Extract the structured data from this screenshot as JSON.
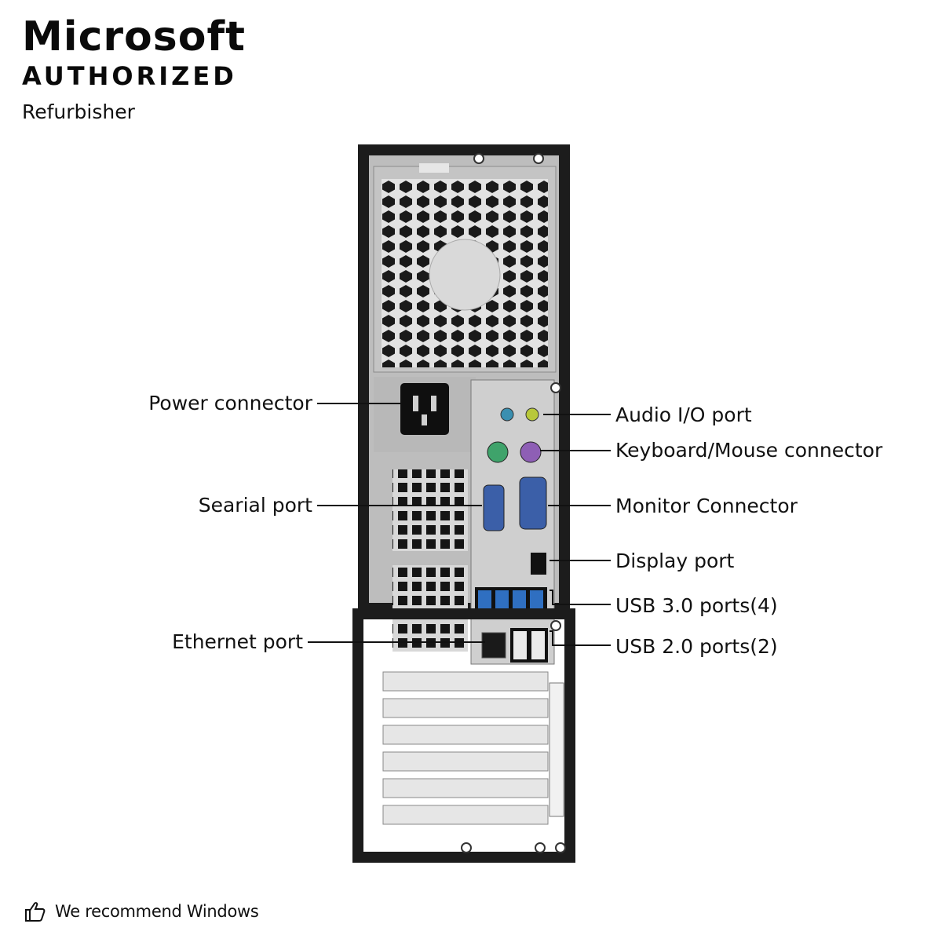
{
  "brand": {
    "title": "Microsoft",
    "subtitle": "AUTHORIZED",
    "subtitle2": "Refurbisher"
  },
  "callouts": {
    "power": "Power connector",
    "serial": "Searial port",
    "ethernet": "Ethernet port",
    "audio": "Audio I/O port",
    "kbmouse": "Keyboard/Mouse connector",
    "monitor": "Monitor Connector",
    "display": "Display port",
    "usb3": "USB 3.0 ports(4)",
    "usb2": "USB 2.0 ports(2)"
  },
  "footer": {
    "icon": "thumbs-up-icon",
    "text": "We recommend Windows"
  },
  "colors": {
    "case_black": "#1c1c1c",
    "metal": "#c9c9c9",
    "usb3_blue": "#2f6fc1",
    "ps2_green": "#3fa36b",
    "ps2_purple": "#8e5fb5",
    "audio_lime": "#b8c83a",
    "audio_teal": "#3a8fb0",
    "vga_blue": "#3b5fa8"
  }
}
